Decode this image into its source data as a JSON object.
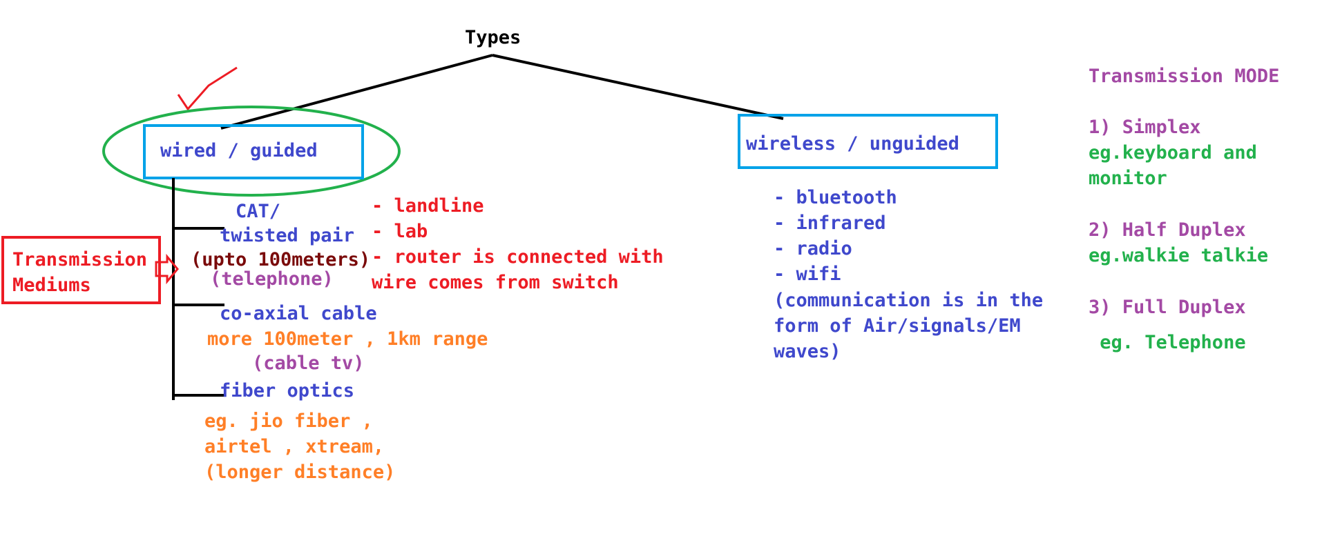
{
  "root": {
    "label": "Types"
  },
  "wired": {
    "title": "wired / guided",
    "items": {
      "twisted_pair": {
        "line1": "CAT/",
        "line2": "twisted pair",
        "range": "(upto 100meters)",
        "example": "(telephone)"
      },
      "coaxial": {
        "title": "co-axial cable",
        "range": "more 100meter , 1km range",
        "example": "(cable tv)"
      },
      "fiber": {
        "title": "fiber optics",
        "examples": [
          "eg. jio fiber ,",
          "airtel , xtream,",
          "(longer distance)"
        ]
      }
    },
    "uses": [
      "- landline",
      "- lab",
      "- router is connected with",
      "wire comes from switch"
    ]
  },
  "wireless": {
    "title": "wireless / unguided",
    "items": [
      "- bluetooth",
      "- infrared",
      "- radio",
      "- wifi"
    ],
    "note": [
      "(communication is in the",
      "form of Air/signals/EM",
      "waves)"
    ]
  },
  "mediums": {
    "label_lines": [
      "Transmission",
      "Mediums"
    ]
  },
  "modes": {
    "title": "Transmission MODE",
    "entries": [
      {
        "name": "1) Simplex",
        "example_lines": [
          "eg.keyboard and",
          "monitor"
        ]
      },
      {
        "name": "2) Half Duplex",
        "example_lines": [
          "eg.walkie talkie"
        ]
      },
      {
        "name": "3) Full Duplex",
        "example_lines": [
          " eg. Telephone"
        ]
      }
    ]
  },
  "colors": {
    "ink": "#000000",
    "blue_text": "#3f48cc",
    "red_text": "#ed1c24",
    "purple_text": "#a349a4",
    "orange_text": "#ff7f27",
    "green_text": "#22b14c",
    "box_outline": "#00a2e8",
    "ellipse": "#22b14c",
    "mediums_box": "#ed1c24"
  }
}
